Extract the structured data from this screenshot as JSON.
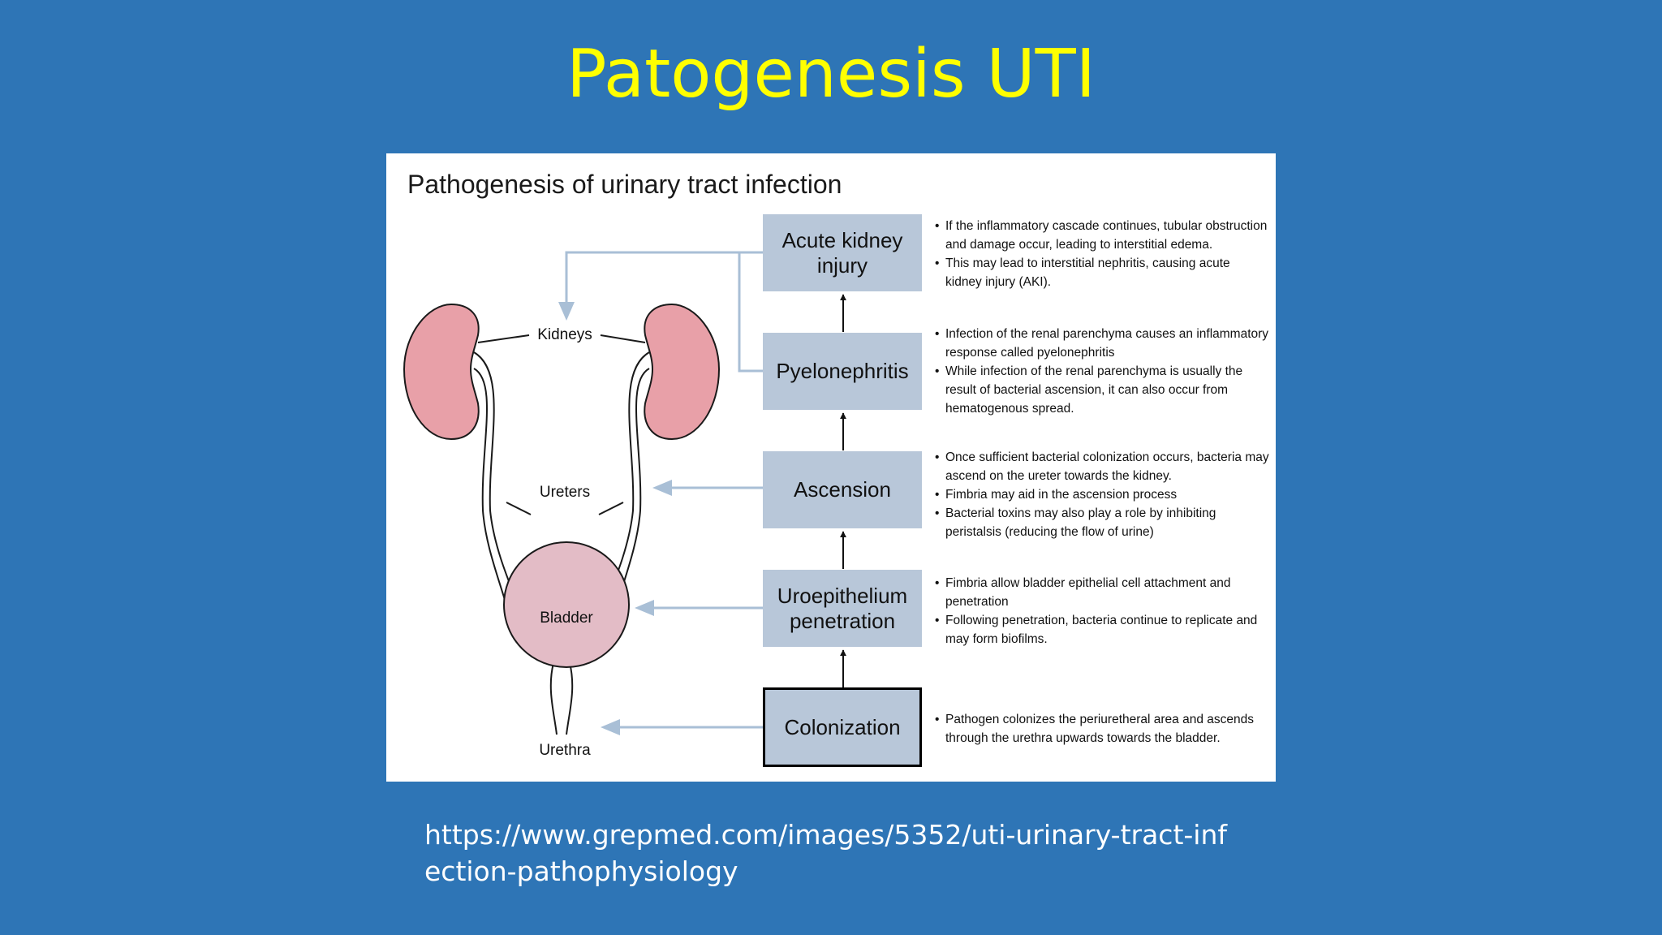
{
  "slide": {
    "title": "Patogenesis UTI",
    "source_url": "https://www.grepmed.com/images/5352/uti-urinary-tract-infection-pathophysiology"
  },
  "figure": {
    "title": "Pathogenesis of urinary tract infection",
    "organs": {
      "kidneys": "Kidneys",
      "ureters": "Ureters",
      "bladder": "Bladder",
      "urethra": "Urethra"
    },
    "steps": [
      {
        "label": "Acute kidney injury",
        "bullets": [
          "If the inflammatory cascade continues, tubular obstruction and damage occur, leading to interstitial edema.",
          "This may lead to interstitial nephritis, causing acute kidney injury (AKI)."
        ]
      },
      {
        "label": "Pyelonephritis",
        "bullets": [
          "Infection of the renal parenchyma causes an inflammatory response called pyelonephritis",
          "While infection of the renal parenchyma is usually the result of bacterial ascension, it can also occur from hematogenous spread."
        ]
      },
      {
        "label": "Ascension",
        "bullets": [
          "Once sufficient bacterial colonization occurs, bacteria may ascend on the ureter towards the kidney.",
          "Fimbria may aid in the ascension process",
          "Bacterial toxins may also play a role by inhibiting peristalsis (reducing the flow of urine)"
        ]
      },
      {
        "label": "Uroepithelium penetration",
        "bullets": [
          "Fimbria allow bladder epithelial cell attachment and penetration",
          "Following penetration, bacteria continue to replicate and may form biofilms."
        ]
      },
      {
        "label": "Colonization",
        "bullets": [
          "Pathogen colonizes the periuretheral area and ascends through the urethra upwards towards the bladder."
        ]
      }
    ]
  },
  "colors": {
    "background": "#2e75b6",
    "title": "#ffff00",
    "step_box": "#b8c7d9",
    "kidney": "#e8a0a8",
    "bladder": "#e3bcc6",
    "pointer_arrow": "#a9bfd6"
  }
}
